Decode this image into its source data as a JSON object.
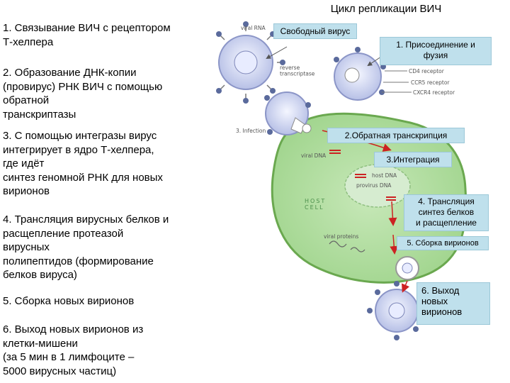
{
  "title": "Цикл репликации ВИЧ",
  "steps": [
    "1.  Связывание ВИЧ с рецептором\n       Т-хелпера",
    "2. Образование ДНК-копии\n       (провирус) РНК ВИЧ с помощью\n       обратной\n    транскриптазы",
    "3. С помощью интегразы вирус\n       интегрирует в ядро Т-хелпера,\n       где идёт\n     синтез геномной РНК  для новых\n       вирионов",
    "4. Трансляция  вирусных белков и\n       расщепление протеазой\n       вирусных\n     полипептидов (формирование\n       белков вируса)",
    "5. Сборка новых вирионов",
    "6. Выход новых вирионов из\n       клетки-мишени\n(за 5 мин в 1 лимфоците –\n5000  вирусных частиц)"
  ],
  "callouts": {
    "free_virus": "Свободный вирус",
    "attach": "1. Присоединение и\nфузия",
    "reverse": "2.Обратная транскрипция",
    "integration": "3.Интеграция",
    "translation": "4. Трансляция\nсинтез белков\nи расщепление",
    "assembly": "5. Сборка вирионов",
    "exit": "6. Выход\nновых\nвирионов"
  },
  "labels": {
    "viral_rna": "viral RNA",
    "reverse_transcriptase": "reverse\ntranscriptase",
    "cd4": "CD4 receptor",
    "ccr5": "CCR5 receptor",
    "cxcr4": "CXCR4 receptor",
    "infection": "3. Infection",
    "viral_dna": "viral DNA",
    "host_dna": "host DNA",
    "provirus_dna": "provirus DNA",
    "host_cell": "HOST\nCELL",
    "viral_proteins": "viral proteins"
  },
  "colors": {
    "cell_fill": "#b5e0a4",
    "cell_border": "#6aa84f",
    "nucleus_fill": "#d6ecd0",
    "callout_bg": "#bfe0ec",
    "virion_fill": "#ccd4f0",
    "arrow_red": "#cc2222"
  }
}
